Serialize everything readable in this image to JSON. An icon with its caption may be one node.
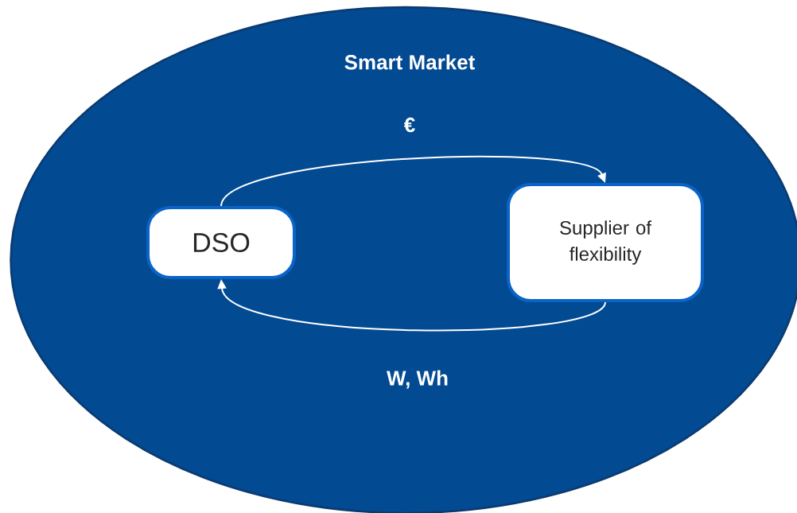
{
  "diagram": {
    "nodes": [
      {
        "text": [
          "Smart Market"
        ]
      },
      {
        "text": [
          "DSO"
        ],
        "in": 0
      },
      {
        "text": [
          "Supplier of flexibility"
        ],
        "in": 0
      }
    ],
    "edges": [
      {
        "from": 1,
        "to": 2,
        "arrow": "to",
        "label": "€"
      },
      {
        "from": 2,
        "to": 1,
        "arrow": "to",
        "label": "W, Wh"
      }
    ]
  }
}
